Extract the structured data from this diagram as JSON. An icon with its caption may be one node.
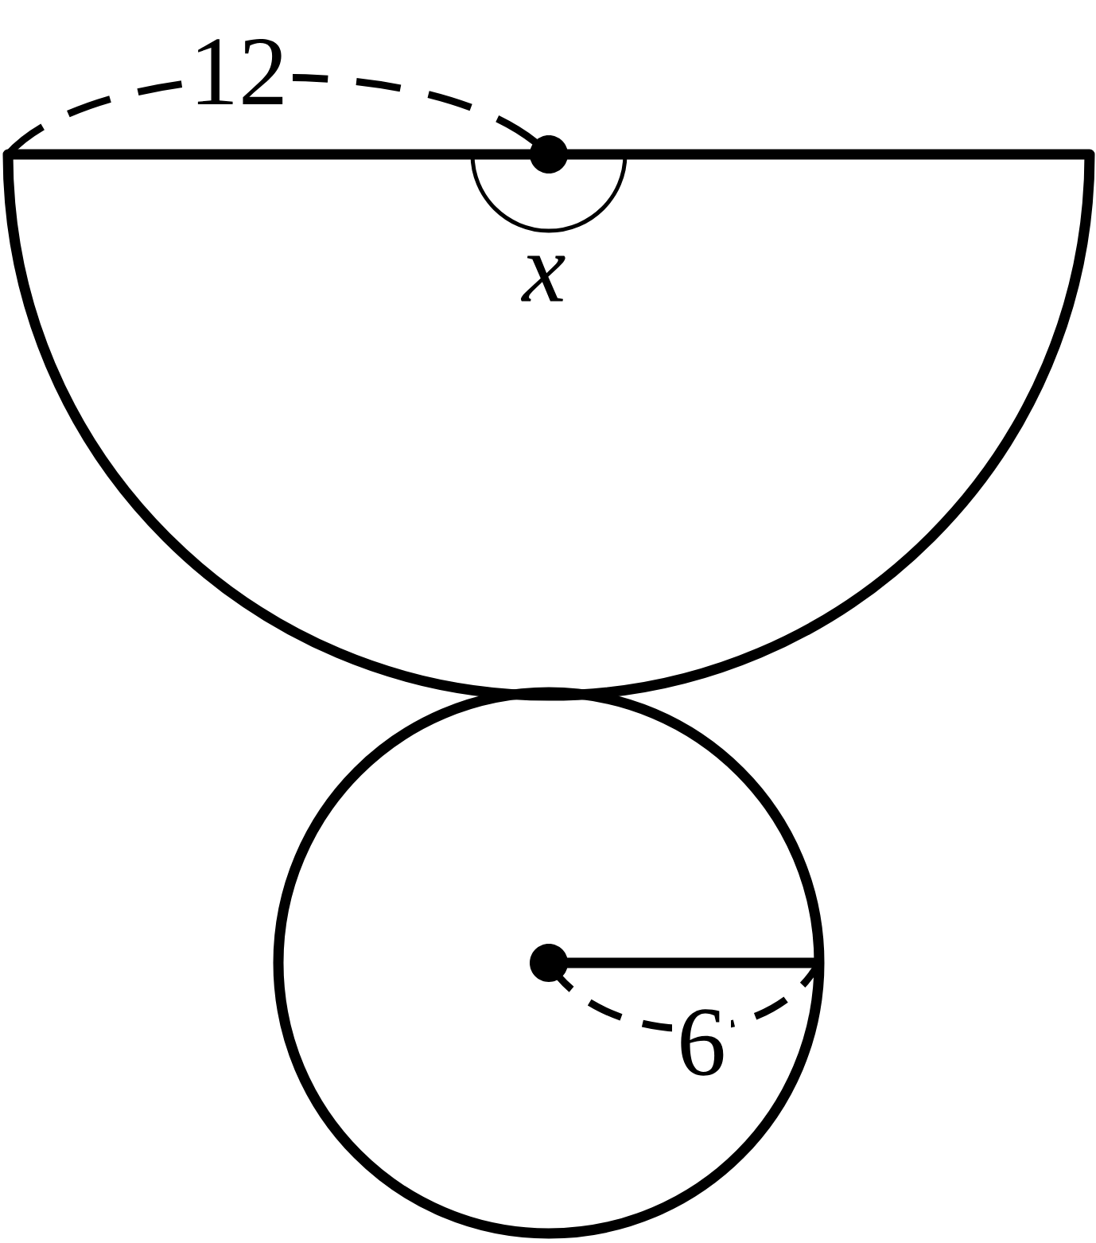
{
  "diagram": {
    "labels": [
      "12",
      "x",
      "6"
    ]
  }
}
